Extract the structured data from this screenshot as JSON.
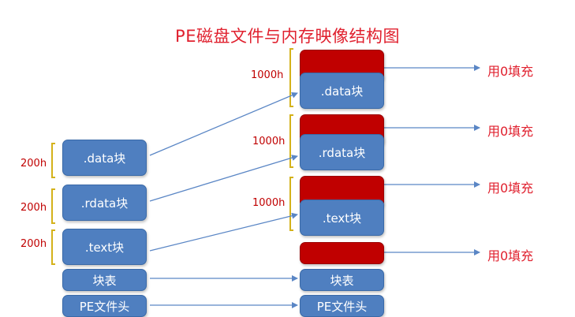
{
  "title": "PE磁盘文件与内存映像结构图",
  "disk": {
    "data_block": ".data块",
    "rdata_block": ".rdata块",
    "text_block": ".text块",
    "section_table": "块表",
    "pe_header": "PE文件头",
    "size_data": "200h",
    "size_rdata": "200h",
    "size_text": "200h"
  },
  "memory": {
    "data_block": ".data块",
    "rdata_block": ".rdata块",
    "text_block": ".text块",
    "section_table": "块表",
    "pe_header": "PE文件头",
    "size_data": "1000h",
    "size_rdata": "1000h",
    "size_text": "1000h"
  },
  "fill_labels": [
    "用0填充",
    "用0填充",
    "用0填充",
    "用0填充"
  ],
  "colors": {
    "block_blue": "#4f7fc0",
    "padding_red": "#c00000",
    "arrow": "#5a86c5",
    "bracket": "#d4b21a"
  }
}
